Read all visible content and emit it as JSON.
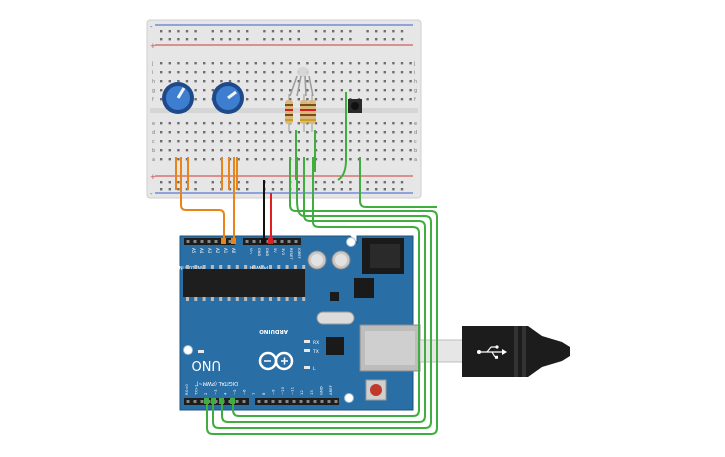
{
  "canvas": {
    "background": "#ffffff"
  },
  "breadboard": {
    "body_color": "#e6e6e6",
    "hole_color": "#6d6d6d",
    "rail_red": "#d03a3a",
    "rail_blue": "#3a5fd0",
    "rail_plus_label": "+",
    "rail_minus_label": "-",
    "row_letters_top": [
      "j",
      "i",
      "h",
      "g",
      "f"
    ],
    "row_letters_bottom": [
      "e",
      "d",
      "c",
      "b",
      "a"
    ]
  },
  "arduino": {
    "board_color": "#2a6ea6",
    "brand_text": "ARDUINO",
    "model_text": "UNO",
    "on_label": "ON",
    "power_label": "POWER",
    "analog_label": "ANALOG IN",
    "digital_label": "DIGITAL (PWM~)",
    "power_pins": [
      "IOREF",
      "RESET",
      "3V3",
      "5V",
      "GND",
      "GND",
      "Vin"
    ],
    "analog_pins": [
      "A0",
      "A1",
      "A2",
      "A3",
      "A4",
      "A5"
    ],
    "digital_pins": [
      "RX<0",
      "TX>1",
      "2",
      "~3",
      "4",
      "~5",
      "~6",
      "7",
      "8",
      "~9",
      "~10",
      "~11",
      "12",
      "13",
      "GND",
      "AREF"
    ],
    "led_labels": [
      "L",
      "TX",
      "RX"
    ],
    "icsp_label": "ICSP"
  },
  "components": {
    "potentiometers": [
      {
        "name": "potentiometer-1"
      },
      {
        "name": "potentiometer-2"
      }
    ],
    "rgb_led": {
      "name": "rgb-led"
    },
    "resistors_count": 3,
    "pushbutton": {
      "name": "pushbutton"
    }
  },
  "wire_colors": {
    "analog": "#e8851a",
    "ground": "#111111",
    "power": "#e02020",
    "digital": "#3fae3f"
  },
  "usb_cable": {
    "icon": "usb-icon",
    "color": "#1c1c1c"
  }
}
